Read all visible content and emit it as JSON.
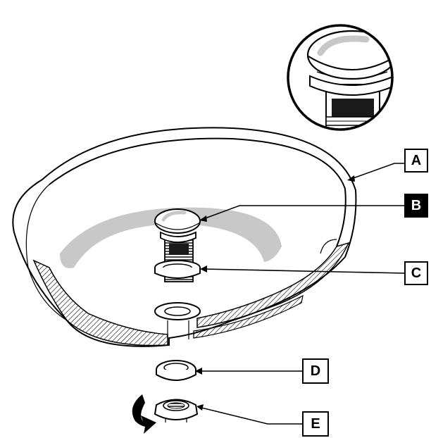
{
  "labels": {
    "a": "A",
    "b": "B",
    "c": "C",
    "d": "D",
    "e": "E"
  },
  "highlighted_label": "B",
  "colors": {
    "line": "#000000",
    "shadow": "#c8c8c8",
    "highlight_fill": "#000000",
    "background": "#ffffff"
  },
  "icons": {
    "rotation": "curved-arrow-icon"
  }
}
